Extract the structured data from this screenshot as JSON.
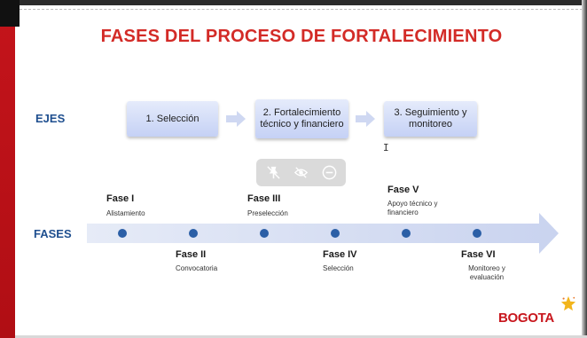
{
  "slide": {
    "title": "FASES DEL PROCESO DE FORTALECIMIENTO"
  },
  "ejes": {
    "label": "EJES",
    "items": [
      {
        "text": "1. Selección"
      },
      {
        "text": "2. Fortalecimiento técnico y financiero"
      },
      {
        "text": "3. Seguimiento y monitoreo"
      }
    ]
  },
  "fases": {
    "label": "FASES",
    "items": [
      {
        "name": "Fase I",
        "desc": "Alistamiento"
      },
      {
        "name": "Fase II",
        "desc": "Convocatoria"
      },
      {
        "name": "Fase III",
        "desc": "Preselección"
      },
      {
        "name": "Fase IV",
        "desc": "Selección"
      },
      {
        "name": "Fase V",
        "desc": "Apoyo técnico y financiero"
      },
      {
        "name": "Fase VI",
        "desc": "Monitoreo y evaluación"
      }
    ]
  },
  "video_controls": {
    "icons": [
      "pin-off-icon",
      "hide-icon",
      "minus-circle-icon"
    ]
  },
  "logo": {
    "text": "BOGOTA"
  },
  "colors": {
    "title_red": "#d32b27",
    "label_blue": "#1f4f8f",
    "box_blue": "#c5d1f5",
    "dot_blue": "#2b5fa6",
    "arrow_blue": "#d5ddf0",
    "stripe_red": "#c4141b",
    "star_yellow": "#f2b51c"
  }
}
